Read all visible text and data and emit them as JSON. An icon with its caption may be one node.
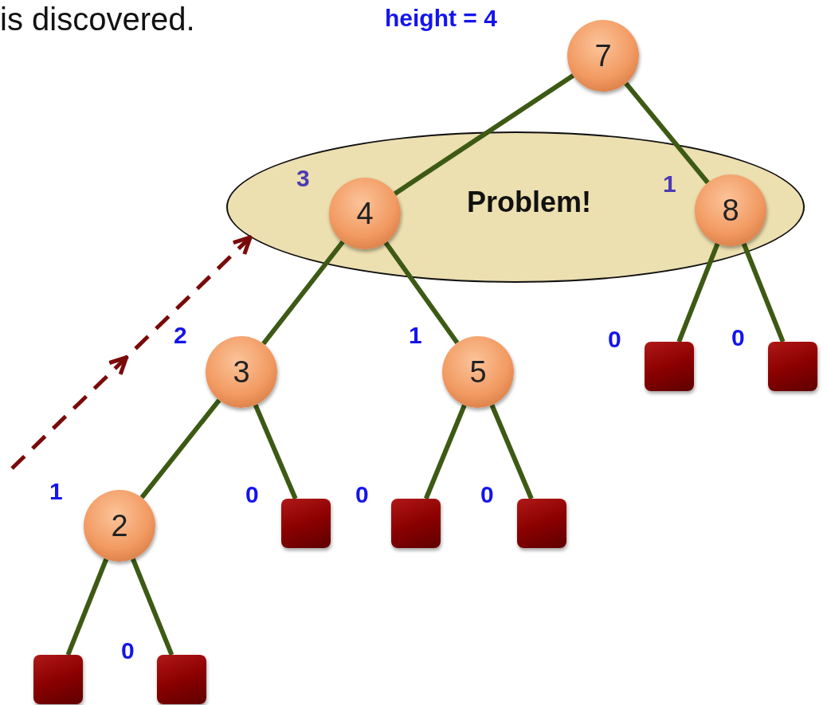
{
  "diagram": {
    "nodes": [
      {
        "text": [
          "Problem!"
        ]
      },
      {
        "text": [
          "7"
        ],
        "beside": [
          "height = 4"
        ]
      },
      {
        "text": [
          "4"
        ],
        "in": 0,
        "beside": [
          "3"
        ]
      },
      {
        "text": [
          "8"
        ],
        "in": 0,
        "beside": [
          "1"
        ]
      },
      {
        "text": [
          "3"
        ],
        "beside": [
          "2"
        ]
      },
      {
        "text": [
          "5"
        ],
        "beside": [
          "1"
        ]
      },
      {
        "text": [],
        "shape": "box",
        "beside": [
          "0"
        ]
      },
      {
        "text": [],
        "shape": "box",
        "beside": [
          "0"
        ]
      },
      {
        "text": [
          "2"
        ],
        "beside": [
          "1"
        ]
      },
      {
        "text": [],
        "shape": "box",
        "beside": [
          "0"
        ]
      },
      {
        "text": [],
        "shape": "box",
        "beside": [
          "0"
        ]
      },
      {
        "text": [],
        "shape": "box",
        "beside": [
          "0"
        ]
      },
      {
        "text": [],
        "shape": "box"
      },
      {
        "text": [],
        "shape": "box",
        "beside": [
          "0"
        ]
      }
    ],
    "edges": [
      {
        "from": 1,
        "to": 2,
        "arrow": "none"
      },
      {
        "from": 1,
        "to": 3,
        "arrow": "none"
      },
      {
        "from": 2,
        "to": 4,
        "arrow": "none"
      },
      {
        "from": 2,
        "to": 5,
        "arrow": "none"
      },
      {
        "from": 3,
        "to": 6,
        "arrow": "none"
      },
      {
        "from": 3,
        "to": 7,
        "arrow": "none"
      },
      {
        "from": 4,
        "to": 8,
        "arrow": "none"
      },
      {
        "from": 4,
        "to": 9,
        "arrow": "none"
      },
      {
        "from": 5,
        "to": 10,
        "arrow": "none"
      },
      {
        "from": 5,
        "to": 11,
        "arrow": "none"
      },
      {
        "from": 8,
        "to": 12,
        "arrow": "none"
      },
      {
        "from": 8,
        "to": 13,
        "arrow": "none"
      },
      {
        "from": null,
        "to": 0,
        "arrow": "to",
        "style": "dashed",
        "color": "#7a0a0a"
      }
    ],
    "labels": [
      "is discovered."
    ]
  }
}
